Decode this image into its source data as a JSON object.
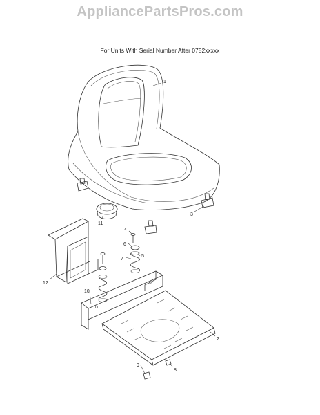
{
  "watermark": "AppliancePartsPros.com",
  "caption": "For Units With Serial Number After 0752xxxxx",
  "callouts": {
    "c1": "1",
    "c2": "2",
    "c3": "3",
    "c4": "4",
    "c5": "5",
    "c6": "6",
    "c7": "7",
    "c8": "8",
    "c9": "9",
    "c10": "10",
    "c11": "11",
    "c12": "12"
  }
}
